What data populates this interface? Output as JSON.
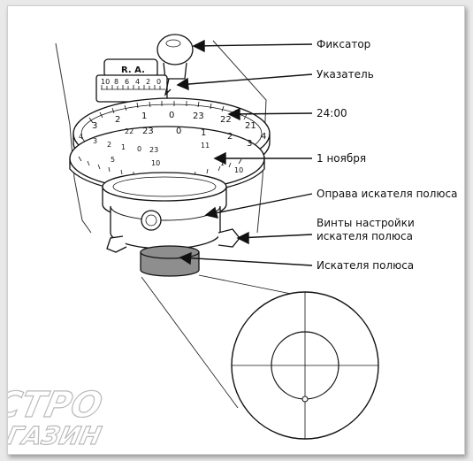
{
  "labels": {
    "lock": "Фиксатор",
    "pointer": "Указатель",
    "time": "24:00",
    "date": "1 ноября",
    "housing": "Оправа искателя полюса",
    "screws_line1": "Винты настройки",
    "screws_line2": "искателя полюса",
    "finder": "Искателя полюса"
  },
  "scale_labels": {
    "ra": "R. A.",
    "top_ring": [
      "3",
      "2",
      "1",
      "0",
      "23",
      "22",
      "21"
    ],
    "mid_ring": [
      "4",
      "3",
      "2",
      "1",
      "0",
      "23",
      "22",
      "23",
      "0",
      "1",
      "11",
      "2",
      "3",
      "4"
    ],
    "small_ring": [
      "10",
      "5",
      "1",
      "10"
    ],
    "vernier": [
      "10",
      "8",
      "6",
      "4",
      "2",
      "0"
    ]
  },
  "watermark": {
    "line1": "АСТРО",
    "line2": "МАГАЗИН"
  },
  "colors": {
    "stroke": "#111111",
    "finder_fill": "#8e8e8e",
    "watermark_stroke": "#b9b9b9"
  }
}
